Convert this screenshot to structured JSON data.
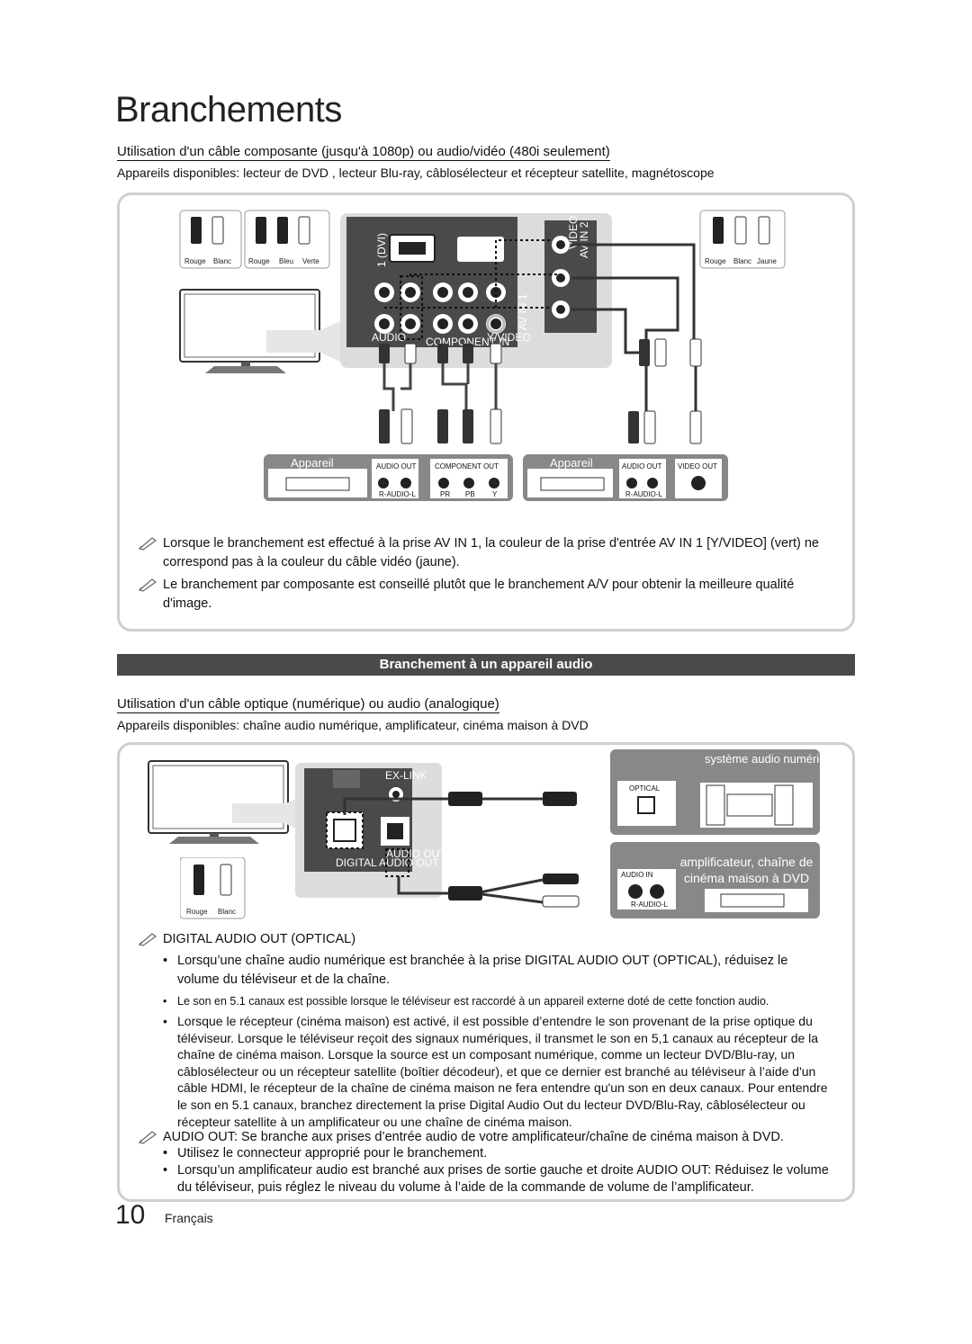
{
  "page": {
    "title": "Branchements",
    "page_number": "10",
    "language": "Français"
  },
  "component_section": {
    "heading": "Utilisation d'un câble composante (jusqu'à 1080p) ou audio/vidéo (480i seulement)",
    "available": "Appareils disponibles: lecteur de DVD , lecteur Blu-ray, câblosélecteur et récepteur satellite, magnétoscope",
    "diagram": {
      "cable_left_labels": [
        "Rouge",
        "Blanc",
        "Rouge",
        "Bleu",
        "Verte"
      ],
      "cable_right_labels": [
        "Rouge",
        "Blanc",
        "Jaune"
      ],
      "device_left": "Appareil",
      "device_right": "Appareil",
      "audio_out": "AUDIO OUT",
      "component_out": "COMPONENT OUT",
      "video_out": "VIDEO OUT",
      "r_audio_l": "R-AUDIO-L",
      "pr": "PR",
      "pb": "PB",
      "y": "Y",
      "av_in_1": "AV IN 1",
      "av_in_2": "AV IN 2",
      "component_in": "COMPONENT IN",
      "audio": "AUDIO",
      "video": "VIDEO",
      "dvi": "1 (DVI)",
      "y_video": "Y/VIDEO"
    },
    "notes": [
      "Lorsque le branchement est effectué à la prise AV IN 1, la couleur de la prise d'entrée AV IN 1 [Y/VIDEO] (vert) ne correspond pas à la couleur du câble vidéo (jaune).",
      "Le branchement par composante est conseillé plutôt que le branchement A/V pour obtenir la meilleure qualité d'image."
    ]
  },
  "audio_section": {
    "band_title": "Branchement à un appareil audio",
    "heading": "Utilisation d'un câble optique (numérique) ou audio (analogique)",
    "available": "Appareils disponibles: chaîne audio numérique, amplificateur, cinéma maison à DVD",
    "diagram": {
      "ex_link": "EX-LINK",
      "digital_audio_out": "DIGITAL AUDIO OUT (OPTICAL)",
      "audio_out": "AUDIO OUT",
      "digital_system": "système audio numérique",
      "optical": "OPTICAL",
      "amp_label": "amplificateur, chaîne de cinéma maison à DVD",
      "audio_in": "AUDIO IN",
      "r_audio_l": "R-AUDIO-L",
      "cable_labels": [
        "Rouge",
        "Blanc"
      ]
    },
    "optical_note_title": "DIGITAL AUDIO OUT (OPTICAL)",
    "optical_bullets": [
      "Lorsqu’une chaîne audio numérique est branchée à la prise DIGITAL AUDIO OUT (OPTICAL), réduisez le volume du téléviseur et de la chaîne.",
      "Le son en 5.1 canaux est possible lorsque le téléviseur est raccordé à un appareil externe doté de cette fonction audio.",
      "Lorsque le récepteur (cinéma maison) est activé, il est possible d’entendre le son provenant de la prise optique du téléviseur. Lorsque le téléviseur reçoit des signaux numériques, il transmet le son en 5,1 canaux au récepteur de la chaîne de cinéma maison. Lorsque la source est un composant numérique, comme un lecteur DVD/Blu-ray, un câblosélecteur ou un récepteur satellite (boîtier décodeur), et que ce dernier est branché au téléviseur à l’aide d'un câble HDMI, le récepteur de la chaîne de cinéma maison ne fera entendre qu'un son en deux canaux.  Pour entendre le son en 5.1 canaux, branchez directement la prise Digital Audio Out du lecteur DVD/Blu-Ray, câblosélecteur ou récepteur satellite à un amplificateur ou une chaîne de cinéma maison."
    ],
    "audio_out_note": "AUDIO OUT: Se branche aux prises d’entrée audio de votre amplificateur/chaîne de cinéma maison à DVD.",
    "audio_out_bullets": [
      "Utilisez le connecteur approprié pour le branchement.",
      "Lorsqu’un amplificateur audio est branché aux prises de sortie gauche et droite AUDIO OUT: Réduisez le volume du téléviseur, puis réglez le niveau du volume à l’aide de la commande de volume de l’amplificateur."
    ]
  }
}
